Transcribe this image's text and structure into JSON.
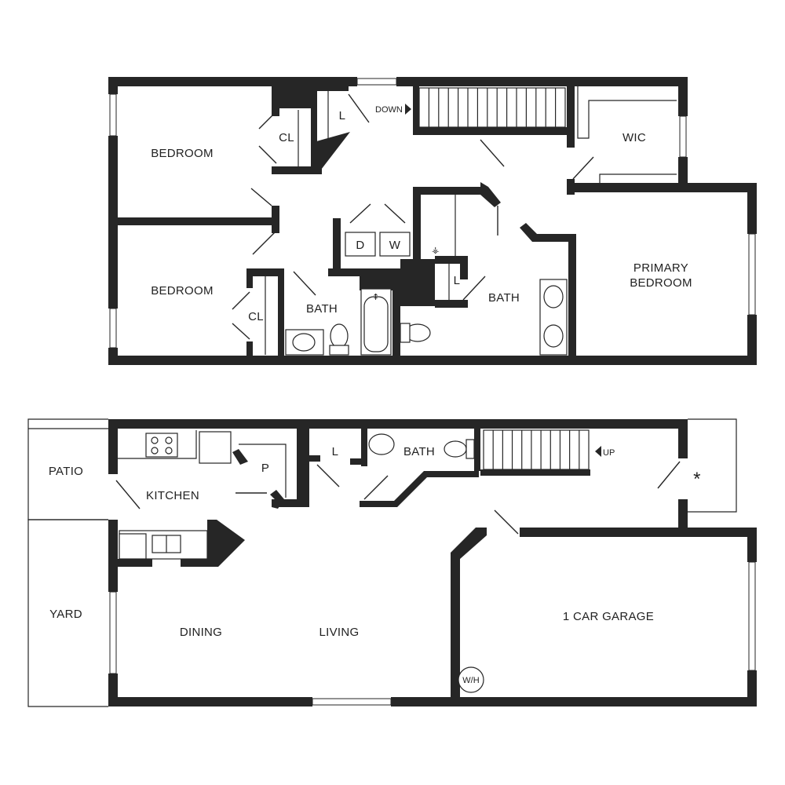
{
  "upper_floor": {
    "rooms": {
      "bedroom_1": "BEDROOM",
      "bedroom_2": "BEDROOM",
      "closet_1": "CL",
      "closet_2": "CL",
      "linen_1": "L",
      "linen_2": "L",
      "wic": "WIC",
      "primary_bedroom_line1": "PRIMARY",
      "primary_bedroom_line2": "BEDROOM",
      "bath_hall": "BATH",
      "bath_primary": "BATH",
      "dryer": "D",
      "washer": "W",
      "stair_label": "DOWN"
    }
  },
  "lower_floor": {
    "rooms": {
      "patio": "PATIO",
      "kitchen": "KITCHEN",
      "pantry": "P",
      "linen": "L",
      "bath": "BATH",
      "stair_label": "UP",
      "yard": "YARD",
      "dining": "DINING",
      "living": "LIVING",
      "garage": "1 CAR GARAGE",
      "water_heater": "W/H",
      "entry_marker": "*"
    }
  },
  "colors": {
    "wall": "#262626",
    "background": "#ffffff"
  }
}
